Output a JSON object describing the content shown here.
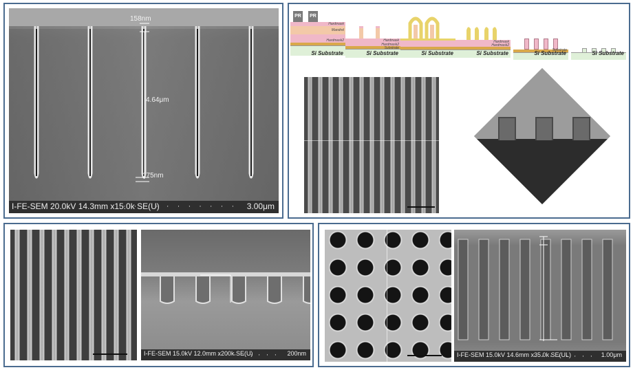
{
  "panel_top_left": {
    "label_top": "158nm",
    "label_middle": "4.64μm",
    "label_bottom": "175nm",
    "sem_info": "I-FE-SEM 20.0kV 14.3mm x15.0k SE(U)",
    "scale": "3.00μm"
  },
  "panel_top_right": {
    "pr_label": "PR",
    "layers": {
      "hardmask": "Hardmask",
      "mandrel": "Mandrel",
      "hardmask2": "Hardmask2",
      "substrate": "Substrate"
    },
    "si_substrate": "Si Substrate"
  },
  "panel_bottom_left": {
    "sem_info": "I-FE-SEM 15.0kV 12.0mm x200k SE(U)",
    "scale": "200nm"
  },
  "panel_bottom_right": {
    "sem_info": "I-FE-SEM 15.0kV 14.6mm x35.0k SE(UL)",
    "scale": "1.00μm"
  },
  "colors": {
    "frame": "#4a6b8f",
    "pr": "#7a7a7a",
    "mandrel": "#f3c9a8",
    "hardmask": "#f0b8c8",
    "substrate_band": "#d9a84a",
    "si": "#dff0d8",
    "spacer": "#e8d36a"
  }
}
